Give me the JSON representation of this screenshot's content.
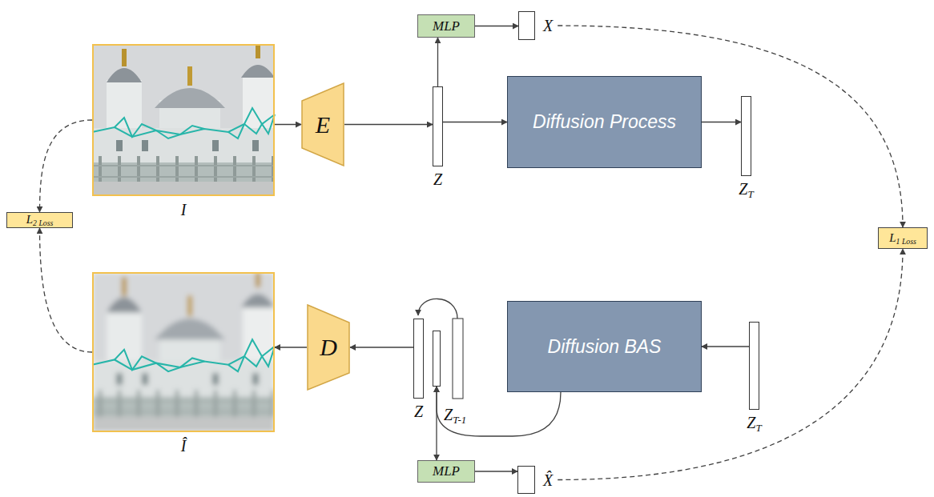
{
  "diagram": {
    "nodes": [
      {
        "text": [
          "MLP"
        ]
      },
      {
        "text": [
          "X"
        ]
      },
      {
        "text": [
          "I"
        ]
      },
      {
        "text": [
          "E"
        ]
      },
      {
        "text": [
          "Z"
        ]
      },
      {
        "text": [
          "Diffusion Process"
        ]
      },
      {
        "text": [
          "ZT"
        ]
      },
      {
        "text": [
          "L2 Loss"
        ]
      },
      {
        "text": [
          "L1 Loss"
        ]
      },
      {
        "text": [
          "Î"
        ]
      },
      {
        "text": [
          "D"
        ]
      },
      {
        "text": [
          "Z"
        ]
      },
      {
        "text": [
          "ZT-1"
        ]
      },
      {
        "text": [
          "Diffusion BAS"
        ]
      },
      {
        "text": [
          "ZT"
        ]
      },
      {
        "text": [
          "MLP"
        ]
      },
      {
        "text": [
          "X̂"
        ]
      }
    ],
    "edges": [
      {
        "from": 2,
        "to": 3,
        "arrow": "to"
      },
      {
        "from": 3,
        "to": 4,
        "arrow": "to"
      },
      {
        "from": 4,
        "to": 0,
        "arrow": "to"
      },
      {
        "from": 0,
        "to": 1,
        "arrow": "to"
      },
      {
        "from": 4,
        "to": 5,
        "arrow": "to"
      },
      {
        "from": 5,
        "to": 6,
        "arrow": "to"
      },
      {
        "from": 1,
        "to": 8,
        "arrow": "to"
      },
      {
        "from": 16,
        "to": 8,
        "arrow": "to"
      },
      {
        "from": 2,
        "to": 7,
        "arrow": "to"
      },
      {
        "from": 9,
        "to": 7,
        "arrow": "to"
      },
      {
        "from": 14,
        "to": 13,
        "arrow": "to"
      },
      {
        "from": 13,
        "to": 12,
        "arrow": "to"
      },
      {
        "from": 12,
        "to": 15,
        "arrow": "both"
      },
      {
        "from": 15,
        "to": 16,
        "arrow": "to"
      },
      {
        "from": 11,
        "to": 10,
        "arrow": "to"
      },
      {
        "from": 10,
        "to": 9,
        "arrow": "to"
      }
    ]
  }
}
